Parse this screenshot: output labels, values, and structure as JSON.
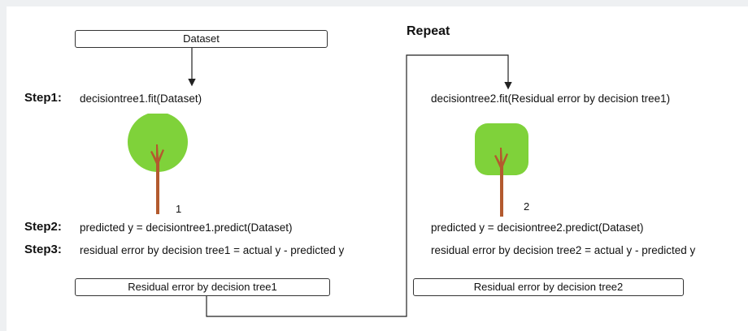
{
  "diagram": {
    "repeat_label": "Repeat",
    "left": {
      "dataset_box": "Dataset",
      "step1_label": "Step1:",
      "step1_text": "decisiontree1.fit(Dataset)",
      "tree_number": "1",
      "step2_label": "Step2:",
      "step2_text": "predicted y = decisiontree1.predict(Dataset)",
      "step3_label": "Step3:",
      "step3_text": "residual error by decision tree1 = actual y - predicted y",
      "output_box": "Residual error by decision tree1"
    },
    "right": {
      "fit_text": "decisiontree2.fit(Residual error by decision tree1)",
      "tree_number": "2",
      "predict_text": "predicted y = decisiontree2.predict(Dataset)",
      "residual_text": "residual error by decision tree2 = actual y - predicted y",
      "output_box": "Residual error by decision tree2"
    },
    "colors": {
      "foliage": "#7fd23a",
      "trunk": "#b35a2e",
      "line": "#222222"
    }
  }
}
